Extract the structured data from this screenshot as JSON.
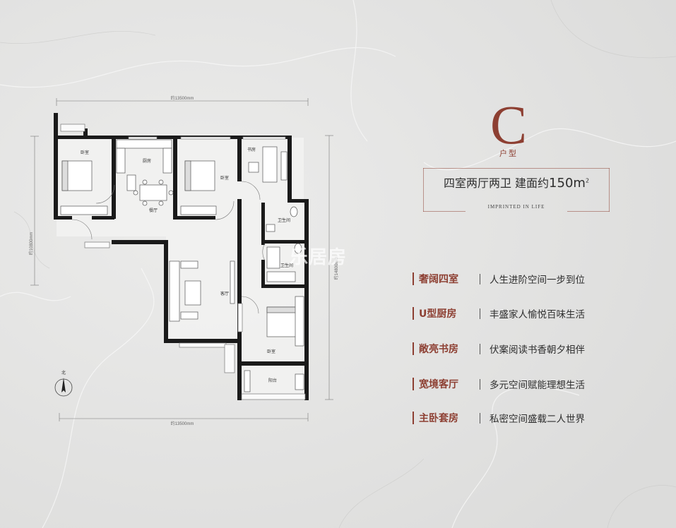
{
  "plan": {
    "dims": {
      "top": "约13500mm",
      "bottom": "约13500mm",
      "left": "约10800mm",
      "right": "约14800mm"
    },
    "rooms": {
      "bedroom_nw": "卧室",
      "kitchen": "厨房",
      "dining": "餐厅",
      "bedroom_mid": "卧室",
      "study": "书房",
      "bath1": "卫生间",
      "bath2": "卫生间",
      "living": "客厅",
      "master": "卧室",
      "balcony": "阳台"
    },
    "compass": "北"
  },
  "unit": {
    "letter": "C",
    "type_label": "户型",
    "headline_prefix": "四室两厅两卫  建面约",
    "area": "150",
    "area_unit": "m",
    "area_sup": "2",
    "tagline": "IMPRINTED IN LIFE"
  },
  "features": [
    {
      "title": "奢阔四室",
      "desc": "人生进阶空间一步到位"
    },
    {
      "title": "U型厨房",
      "desc": "丰盛家人愉悦百味生活"
    },
    {
      "title": "敞亮书房",
      "desc": "伏案阅读书香朝夕相伴"
    },
    {
      "title": "宽境客厅",
      "desc": "多元空间赋能理想生活"
    },
    {
      "title": "主卧套房",
      "desc": "私密空间盛载二人世界"
    }
  ],
  "watermark": "乐居房",
  "colors": {
    "accent": "#8d3f32",
    "text": "#2e2e2e",
    "background": "#e4e4e3",
    "wall": "#1a1a1a"
  }
}
